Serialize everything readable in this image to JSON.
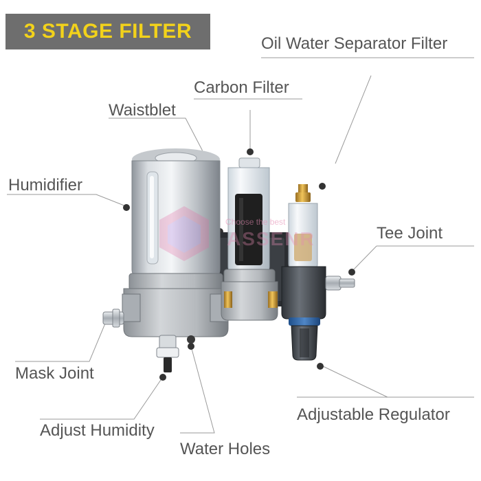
{
  "title": "3 STAGE FILTER",
  "callouts": {
    "oil_water_separator": "Oil Water Separator Filter",
    "carbon_filter": "Carbon Filter",
    "waistblet": "Waistblet",
    "humidifier": "Humidifier",
    "tee_joint": "Tee Joint",
    "mask_joint": "Mask Joint",
    "adjust_humidity": "Adjust Humidity",
    "water_holes": "Water Holes",
    "adjustable_regulator": "Adjustable Regulator"
  },
  "watermark": {
    "tagline": "Choose the best",
    "brand": "ASSENR"
  },
  "colors": {
    "title_background": "#6e6e6e",
    "title_text": "#f2d21b",
    "label_text": "#555555",
    "leader_line": "#9a9a9a"
  }
}
